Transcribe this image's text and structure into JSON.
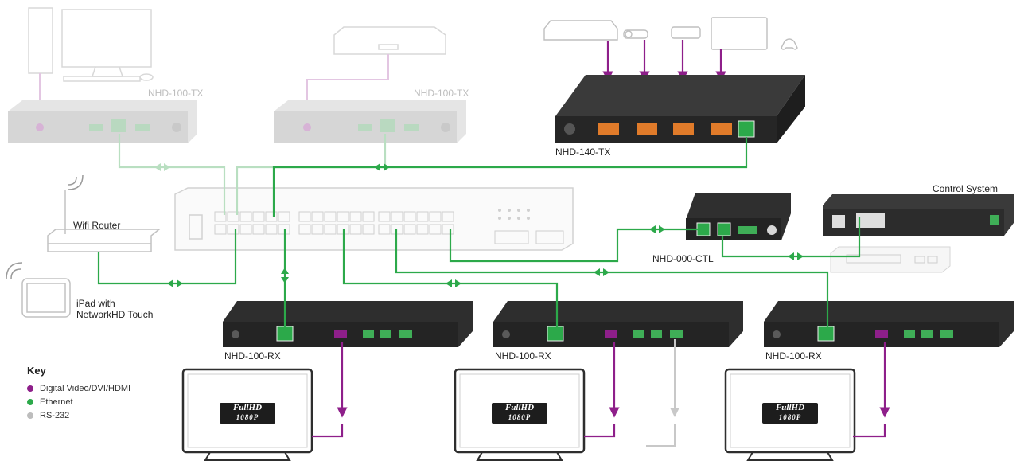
{
  "labels": {
    "tx_left": "NHD-100-TX",
    "tx_mid": "NHD-100-TX",
    "tx_140": "NHD-140-TX",
    "wifi": "Wifi Router",
    "ipad": "iPad with\nNetworkHD Touch",
    "ctl": "NHD-000-CTL",
    "control_system": "Control System",
    "rx1": "NHD-100-RX",
    "rx2": "NHD-100-RX",
    "rx3": "NHD-100-RX",
    "tv_badge_top": "FullHD",
    "tv_badge_bottom": "1080P"
  },
  "key": {
    "title": "Key",
    "items": [
      {
        "label": "Digital Video/DVI/HDMI",
        "color": "#8e1f8a"
      },
      {
        "label": "Ethernet",
        "color": "#2ca94a"
      },
      {
        "label": "RS-232",
        "color": "#bdbdbd"
      }
    ]
  },
  "colors": {
    "video": "#8e1f8a",
    "ethernet": "#2ca94a",
    "rs232": "#c8c8c8",
    "device_dark": "#2b2b2b",
    "hdmi_orange": "#e07b2a",
    "faded": "#d8d8d8"
  }
}
